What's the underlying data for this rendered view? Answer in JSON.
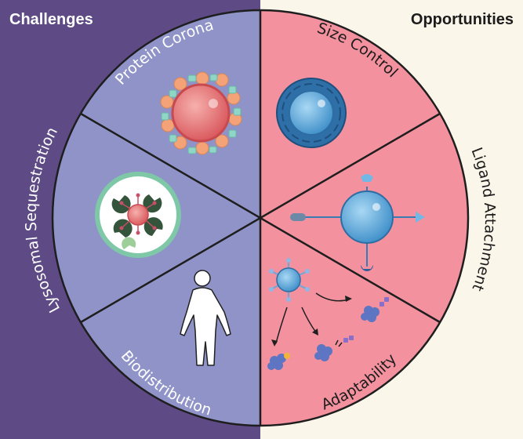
{
  "header": {
    "challenges": "Challenges",
    "opportunities": "Opportunities"
  },
  "sectors": {
    "protein_corona": "Protein Corona",
    "lysosomal_sequestration": "Lysosomal Sequestration",
    "biodistribution": "Biodistribution",
    "size_control": "Size Control",
    "ligand_attachment": "Ligand Attachment",
    "adaptability": "Adaptability"
  },
  "colors": {
    "challenges_bg": "#5e4b86",
    "opportunities_bg": "#fbf6ea",
    "challenge_sector": "#8f93c8",
    "opportunity_sector": "#f3919e",
    "particle_blue": "#5aa7dd",
    "particle_red": "#e77072"
  },
  "icons": [
    "protein-corona-nanoparticle-icon",
    "lysosome-icon",
    "human-body-icon",
    "sized-nanoparticle-icon",
    "ligand-nanoparticle-icon",
    "adaptable-nanoparticle-icon"
  ]
}
